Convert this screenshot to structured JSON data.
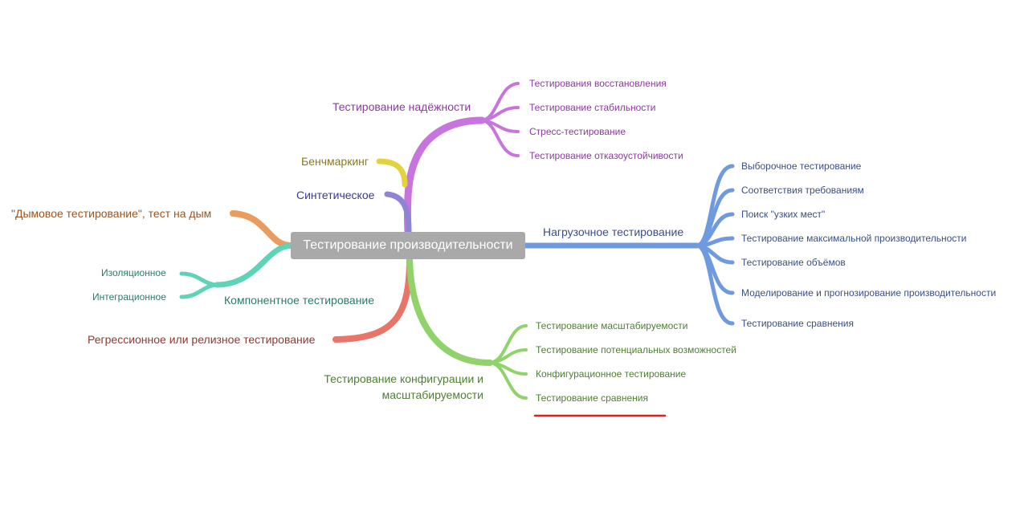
{
  "center": "Тестирование производительности",
  "colors": {
    "purple": "#c874dd",
    "purple_text": "#8a3a9e",
    "yellow": "#e3d23f",
    "yellow_text": "#8a7a1e",
    "lavender": "#8f83d6",
    "lavender_text": "#3b3b8f",
    "orange": "#eb9c5c",
    "orange_text": "#9a5420",
    "teal": "#5fd3b7",
    "teal_text": "#2c7a69",
    "red": "#e8746a",
    "red_text": "#8d3a30",
    "green": "#8fd36a",
    "green_text": "#4f7f33",
    "blue": "#6f9ae0",
    "blue_text": "#3a4f87",
    "underline": "#e02020"
  },
  "reliability": {
    "label": "Тестирование надёжности",
    "items": [
      "Тестирования восстановления",
      "Тестирование стабильности",
      "Стресс-тестирование",
      "Тестирование отказоустойчивости"
    ]
  },
  "benchmarking": {
    "label": "Бенчмаркинг"
  },
  "synthetic": {
    "label": "Синтетическое"
  },
  "smoke": {
    "label": "\"Дымовое тестирование\", тест на дым"
  },
  "component": {
    "label": "Компонентное тестирование",
    "items": [
      "Изоляционное",
      "Интеграционное"
    ]
  },
  "regression": {
    "label": "Регрессионное или релизное тестирование"
  },
  "config": {
    "label_line1": "Тестирование конфигурации и",
    "label_line2": "масштабируемости",
    "items": [
      "Тестирование масштабируемости",
      "Тестирование потенциальных возможностей",
      "Конфигурационное тестирование",
      "Тестирование сравнения"
    ]
  },
  "load": {
    "label": "Нагрузочное тестирование",
    "items": [
      "Выборочное тестирование",
      "Соответствия требованиям",
      "Поиск \"узких мест\"",
      "Тестирование максимальной производительности",
      "Тестирование объёмов",
      "Моделирование и прогнозирование производительности",
      "Тестирование сравнения"
    ]
  }
}
